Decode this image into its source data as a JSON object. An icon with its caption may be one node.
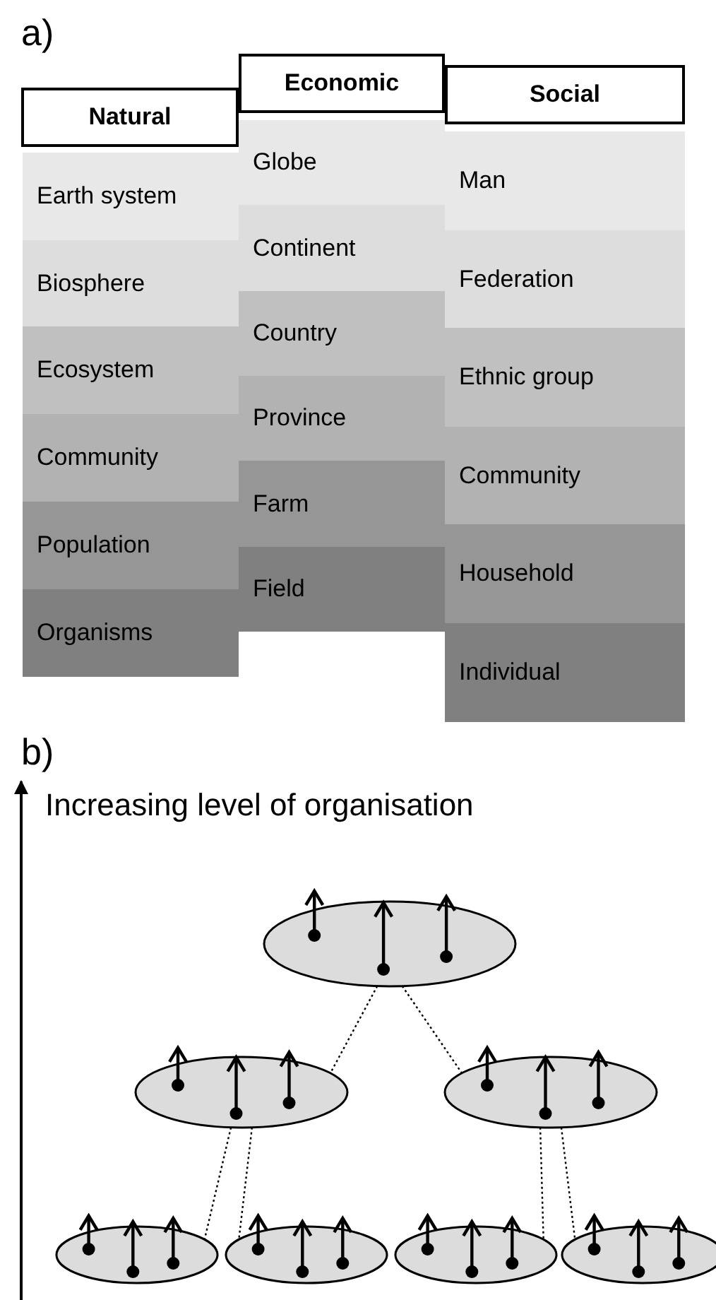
{
  "diagram": {
    "nodes": [
      {
        "text": [
          "Natural"
        ]
      },
      {
        "text": [
          "Earth system"
        ]
      },
      {
        "text": [
          "Biosphere"
        ]
      },
      {
        "text": [
          "Ecosystem"
        ]
      },
      {
        "text": [
          "Community"
        ]
      },
      {
        "text": [
          "Population"
        ]
      },
      {
        "text": [
          "Organisms"
        ]
      },
      {
        "text": [
          "Economic"
        ]
      },
      {
        "text": [
          "Globe"
        ]
      },
      {
        "text": [
          "Continent"
        ]
      },
      {
        "text": [
          "Country"
        ]
      },
      {
        "text": [
          "Province"
        ]
      },
      {
        "text": [
          "Farm"
        ]
      },
      {
        "text": [
          "Field"
        ]
      },
      {
        "text": [
          "Social"
        ]
      },
      {
        "text": [
          "Man"
        ]
      },
      {
        "text": [
          "Federation"
        ]
      },
      {
        "text": [
          "Ethnic group"
        ]
      },
      {
        "text": [
          "Community"
        ]
      },
      {
        "text": [
          "Household"
        ]
      },
      {
        "text": [
          "Individual"
        ]
      },
      {
        "text": [],
        "shape": "ellipse"
      },
      {
        "text": [],
        "shape": "ellipse"
      },
      {
        "text": [],
        "shape": "ellipse"
      },
      {
        "text": [],
        "shape": "ellipse"
      },
      {
        "text": [],
        "shape": "ellipse"
      },
      {
        "text": [],
        "shape": "ellipse"
      },
      {
        "text": [],
        "shape": "ellipse"
      }
    ],
    "edges": [
      {
        "from": 21,
        "to": 22,
        "arrow": "none",
        "style": "dashed"
      },
      {
        "from": 21,
        "to": 23,
        "arrow": "none",
        "style": "dashed"
      },
      {
        "from": 22,
        "to": 24,
        "arrow": "none",
        "style": "dashed"
      },
      {
        "from": 22,
        "to": 25,
        "arrow": "none",
        "style": "dashed"
      },
      {
        "from": 23,
        "to": 26,
        "arrow": "none",
        "style": "dashed"
      },
      {
        "from": 23,
        "to": 27,
        "arrow": "none",
        "style": "dashed"
      }
    ],
    "labels": [
      "a)",
      "b)",
      "Increasing level of organisation"
    ]
  }
}
